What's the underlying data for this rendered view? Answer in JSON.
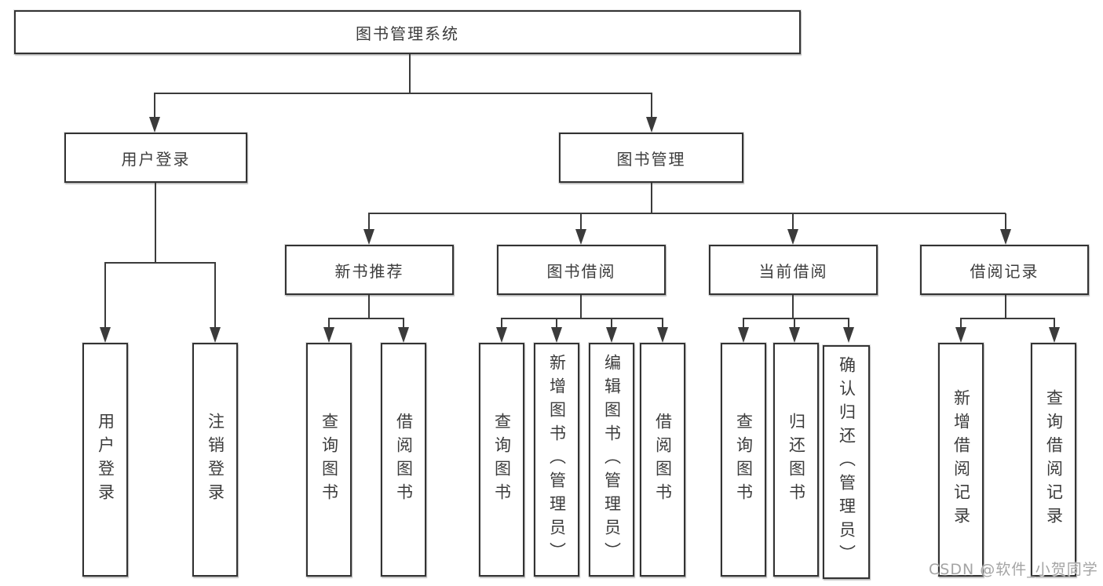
{
  "tree": {
    "nodes": {
      "root": "图书管理系统",
      "user_login": "用户登录",
      "book_mgmt": "图书管理",
      "ul_login": "用户登录",
      "ul_logout": "注销登录",
      "new_rec": "新书推荐",
      "borrow": "图书借阅",
      "current": "当前借阅",
      "records": "借阅记录",
      "nr_query": "查询图书",
      "nr_borrow": "借阅图书",
      "bw_query": "查询图书",
      "bw_add": "新增图书（管理员）",
      "bw_edit": "编辑图书（管理员）",
      "bw_borrow": "借阅图书",
      "cb_query": "查询图书",
      "cb_return": "归还图书",
      "cb_confirm": "确认归还（管理员）",
      "rc_add": "新增借阅记录",
      "rc_query": "查询借阅记录"
    },
    "hierarchy": {
      "图书管理系统": {
        "用户登录": [
          "用户登录",
          "注销登录"
        ],
        "图书管理": {
          "新书推荐": [
            "查询图书",
            "借阅图书"
          ],
          "图书借阅": [
            "查询图书",
            "新增图书（管理员）",
            "编辑图书（管理员）",
            "借阅图书"
          ],
          "当前借阅": [
            "查询图书",
            "归还图书",
            "确认归还（管理员）"
          ],
          "借阅记录": [
            "新增借阅记录",
            "查询借阅记录"
          ]
        }
      }
    }
  },
  "watermark": {
    "text": "CSDN @软件_小贺同学"
  },
  "colors": {
    "line": "#3b3b3b",
    "box_border": "#333333",
    "text": "#3c3c3c",
    "watermark": "#a4a4a4",
    "background": "#ffffff"
  }
}
